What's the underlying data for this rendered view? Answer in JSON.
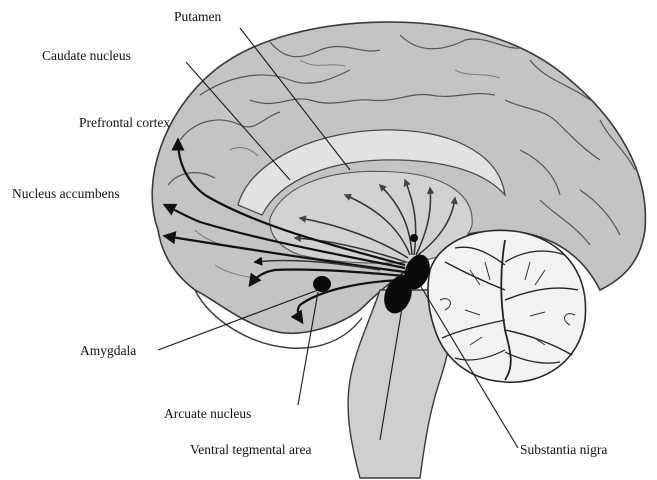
{
  "labels": {
    "putamen": "Putamen",
    "caudate_nucleus": "Caudate nucleus",
    "prefrontal_cortex": "Prefrontal cortex",
    "nucleus_accumbens": "Nucleus accumbens",
    "amygdala": "Amygdala",
    "arcuate_nucleus": "Arcuate nucleus",
    "ventral_tegmental_area": "Ventral tegmental area",
    "substantia_nigra": "Substantia nigra"
  },
  "colors": {
    "cortex": "#c4c4c4",
    "cortex_dark": "#a9a9a9",
    "inner": "#d9d9d9",
    "cerebellum": "#f2f2f2",
    "nucleus": "#0a0a0a",
    "text": "#111111"
  }
}
